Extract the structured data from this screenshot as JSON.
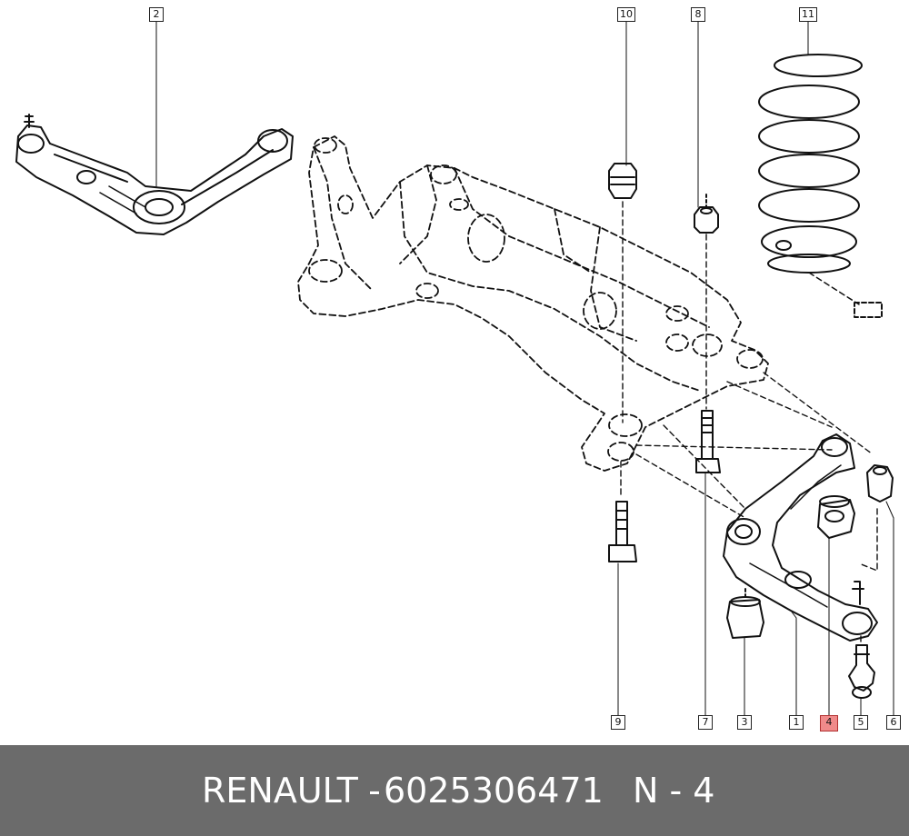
{
  "callouts": {
    "c1": "1",
    "c2": "2",
    "c3": "3",
    "c4": "4",
    "c5": "5",
    "c6": "6",
    "c7": "7",
    "c8": "8",
    "c9": "9",
    "c10": "10",
    "c11": "11"
  },
  "highlighted_callout": "4",
  "colors": {
    "highlight": "#f08a8a",
    "footer_bg": "#6b6b6b",
    "footer_text": "#ffffff",
    "line": "#111111"
  },
  "footer": {
    "brand": "RENAULT",
    "separator": " - ",
    "part_number": "6025306471",
    "position_label": "N - 4"
  }
}
